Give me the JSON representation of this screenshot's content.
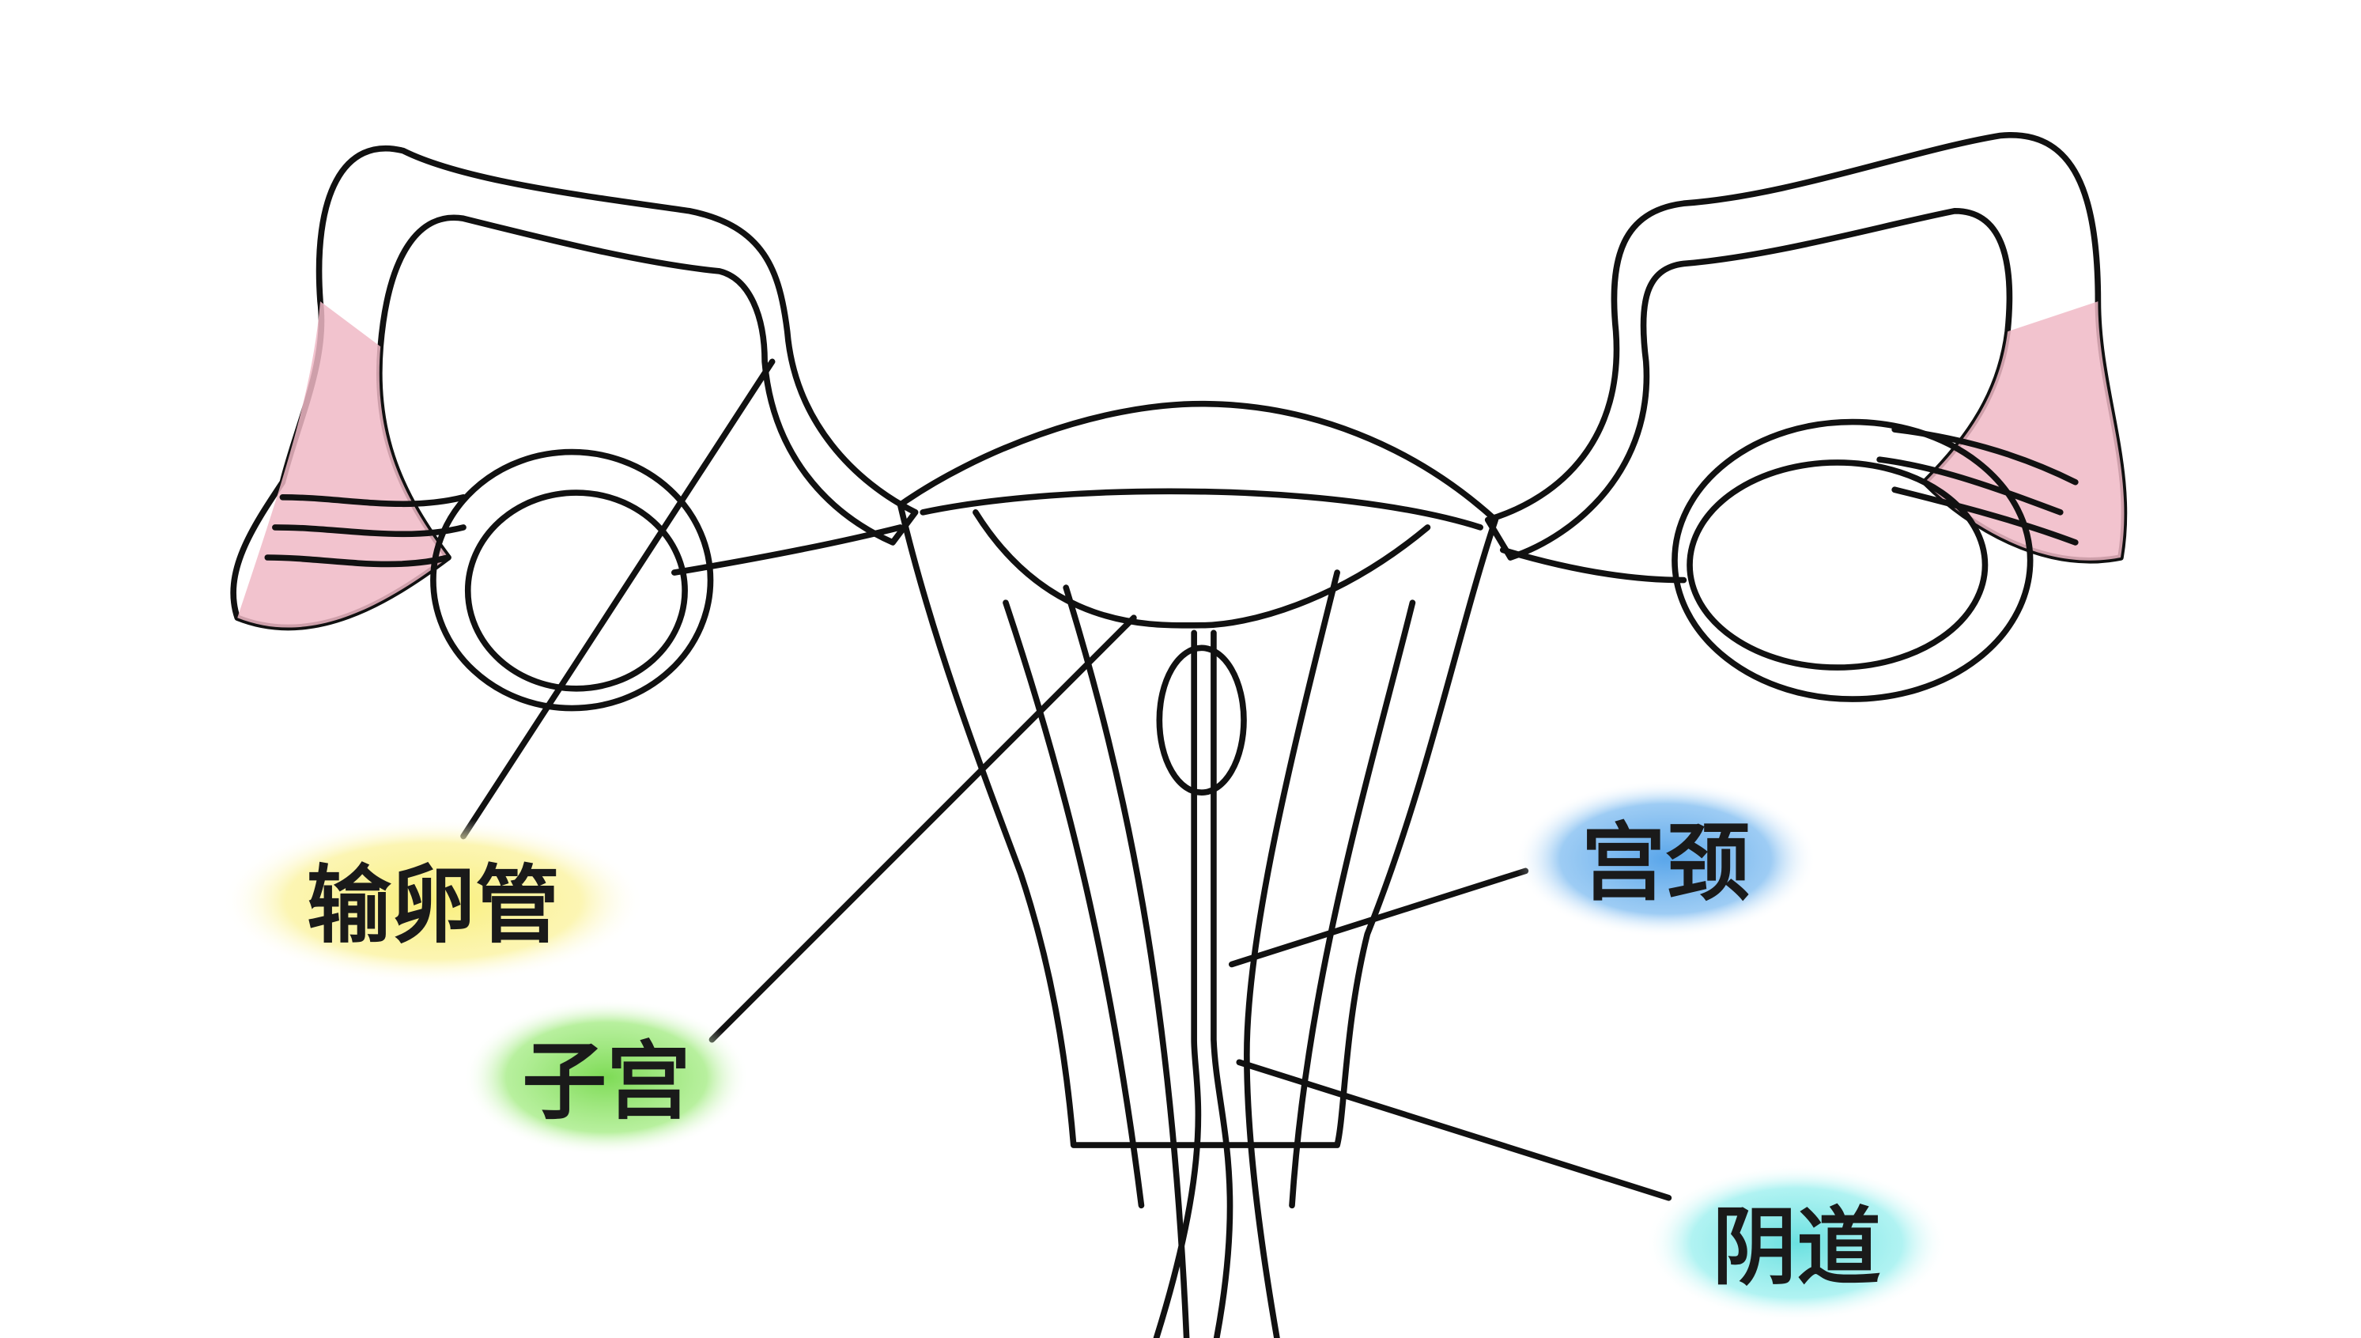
{
  "labels": {
    "fallopian_tube": "输卵管",
    "uterus": "子宫",
    "cervix": "宫颈",
    "vagina": "阴道"
  },
  "colors": {
    "tube": "#b8d3ec",
    "tube_end": "#f0b8c6",
    "uterus": "#f4c6d2",
    "ovary_outer": "#f7ecb5",
    "ovary_inner": "#9fb8c6",
    "fallopian_tube_highlight": "#f9ef7a",
    "uterus_highlight": "#8fe36b",
    "cervix_highlight": "#6fb3ee",
    "vagina_highlight": "#7fe6e6"
  }
}
